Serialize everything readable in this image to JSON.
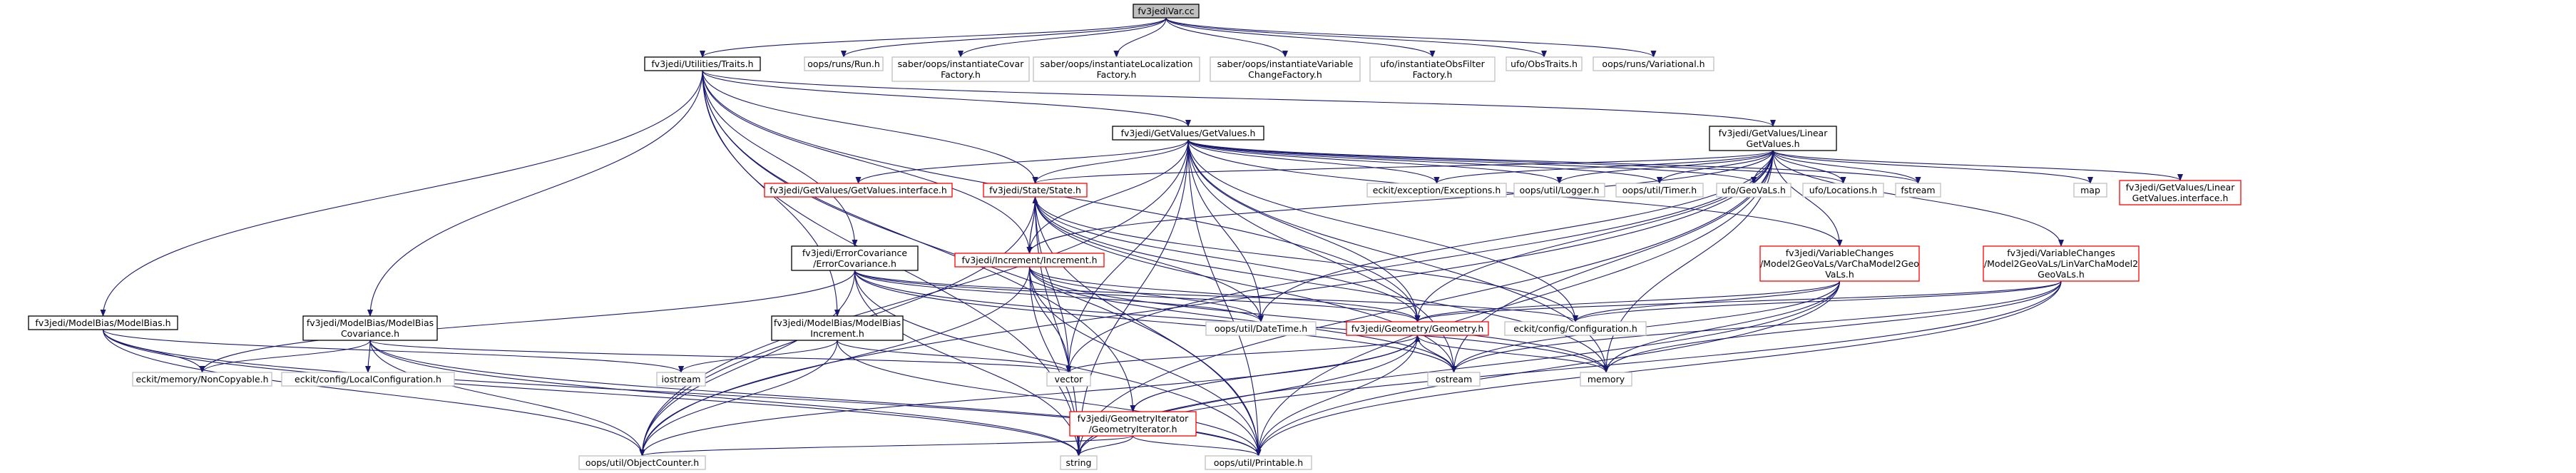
{
  "colors": {
    "root_fill": "#bfbfbf",
    "root_stroke": "#000000",
    "normal_stroke": "#000000",
    "leaf_stroke": "#bfbfbf",
    "truncated_stroke": "#ff0000",
    "edge": "#191970"
  },
  "nodes": [
    {
      "id": "fv3jediVar",
      "lines": [
        "fv3jediVar.cc"
      ],
      "kind": "root"
    },
    {
      "id": "Traits",
      "lines": [
        "fv3jedi/Utilities/Traits.h"
      ],
      "kind": "normal"
    },
    {
      "id": "Run",
      "lines": [
        "oops/runs/Run.h"
      ],
      "kind": "leaf"
    },
    {
      "id": "CovFac",
      "lines": [
        "saber/oops/instantiateCovar",
        "Factory.h"
      ],
      "kind": "leaf"
    },
    {
      "id": "LocFac",
      "lines": [
        "saber/oops/instantiateLocalization",
        "Factory.h"
      ],
      "kind": "leaf"
    },
    {
      "id": "VarChgFac",
      "lines": [
        "saber/oops/instantiateVariable",
        "ChangeFactory.h"
      ],
      "kind": "leaf"
    },
    {
      "id": "ObsFilterFac",
      "lines": [
        "ufo/instantiateObsFilter",
        "Factory.h"
      ],
      "kind": "leaf"
    },
    {
      "id": "ObsTraits",
      "lines": [
        "ufo/ObsTraits.h"
      ],
      "kind": "leaf"
    },
    {
      "id": "Variational",
      "lines": [
        "oops/runs/Variational.h"
      ],
      "kind": "leaf"
    },
    {
      "id": "GetValues",
      "lines": [
        "fv3jedi/GetValues/GetValues.h"
      ],
      "kind": "normal"
    },
    {
      "id": "LinGetValues",
      "lines": [
        "fv3jedi/GetValues/Linear",
        "GetValues.h"
      ],
      "kind": "normal"
    },
    {
      "id": "GetValuesIface",
      "lines": [
        "fv3jedi/GetValues/GetValues.interface.h"
      ],
      "kind": "truncated"
    },
    {
      "id": "State",
      "lines": [
        "fv3jedi/State/State.h"
      ],
      "kind": "truncated"
    },
    {
      "id": "Exceptions",
      "lines": [
        "eckit/exception/Exceptions.h"
      ],
      "kind": "leaf"
    },
    {
      "id": "Logger",
      "lines": [
        "oops/util/Logger.h"
      ],
      "kind": "leaf"
    },
    {
      "id": "Timer",
      "lines": [
        "oops/util/Timer.h"
      ],
      "kind": "leaf"
    },
    {
      "id": "GeoVaLs",
      "lines": [
        "ufo/GeoVaLs.h"
      ],
      "kind": "leaf"
    },
    {
      "id": "Locations",
      "lines": [
        "ufo/Locations.h"
      ],
      "kind": "leaf"
    },
    {
      "id": "fstream",
      "lines": [
        "fstream"
      ],
      "kind": "leaf"
    },
    {
      "id": "map",
      "lines": [
        "map"
      ],
      "kind": "leaf"
    },
    {
      "id": "LinGetValuesIface",
      "lines": [
        "fv3jedi/GetValues/Linear",
        "GetValues.interface.h"
      ],
      "kind": "truncated"
    },
    {
      "id": "ErrCov",
      "lines": [
        "fv3jedi/ErrorCovariance",
        "/ErrorCovariance.h"
      ],
      "kind": "normal"
    },
    {
      "id": "Increment",
      "lines": [
        "fv3jedi/Increment/Increment.h"
      ],
      "kind": "truncated"
    },
    {
      "id": "VarChgNL",
      "lines": [
        "fv3jedi/VariableChanges",
        "/Model2GeoVaLs/VarChaModel2Geo",
        "VaLs.h"
      ],
      "kind": "truncated"
    },
    {
      "id": "VarChgLin",
      "lines": [
        "fv3jedi/VariableChanges",
        "/Model2GeoVaLs/LinVarChaModel2",
        "GeoVaLs.h"
      ],
      "kind": "truncated"
    },
    {
      "id": "ModelBias",
      "lines": [
        "fv3jedi/ModelBias/ModelBias.h"
      ],
      "kind": "normal"
    },
    {
      "id": "ModelBiasCov",
      "lines": [
        "fv3jedi/ModelBias/ModelBias",
        "Covariance.h"
      ],
      "kind": "normal"
    },
    {
      "id": "ModelBiasInc",
      "lines": [
        "fv3jedi/ModelBias/ModelBias",
        "Increment.h"
      ],
      "kind": "normal"
    },
    {
      "id": "DateTime",
      "lines": [
        "oops/util/DateTime.h"
      ],
      "kind": "leaf"
    },
    {
      "id": "Geometry",
      "lines": [
        "fv3jedi/Geometry/Geometry.h"
      ],
      "kind": "truncated"
    },
    {
      "id": "Configuration",
      "lines": [
        "eckit/config/Configuration.h"
      ],
      "kind": "leaf"
    },
    {
      "id": "NonCopyable",
      "lines": [
        "eckit/memory/NonCopyable.h"
      ],
      "kind": "leaf"
    },
    {
      "id": "LocalConfig",
      "lines": [
        "eckit/config/LocalConfiguration.h"
      ],
      "kind": "leaf"
    },
    {
      "id": "iostream",
      "lines": [
        "iostream"
      ],
      "kind": "leaf"
    },
    {
      "id": "vector",
      "lines": [
        "vector"
      ],
      "kind": "leaf"
    },
    {
      "id": "GeomIter",
      "lines": [
        "fv3jedi/GeometryIterator",
        "/GeometryIterator.h"
      ],
      "kind": "truncated"
    },
    {
      "id": "ostream",
      "lines": [
        "ostream"
      ],
      "kind": "leaf"
    },
    {
      "id": "memory",
      "lines": [
        "memory"
      ],
      "kind": "leaf"
    },
    {
      "id": "ObjectCounter",
      "lines": [
        "oops/util/ObjectCounter.h"
      ],
      "kind": "leaf"
    },
    {
      "id": "string",
      "lines": [
        "string"
      ],
      "kind": "leaf"
    },
    {
      "id": "Printable",
      "lines": [
        "oops/util/Printable.h"
      ],
      "kind": "leaf"
    }
  ],
  "edges": [
    [
      "fv3jediVar",
      "Traits"
    ],
    [
      "fv3jediVar",
      "Run"
    ],
    [
      "fv3jediVar",
      "CovFac"
    ],
    [
      "fv3jediVar",
      "LocFac"
    ],
    [
      "fv3jediVar",
      "VarChgFac"
    ],
    [
      "fv3jediVar",
      "ObsFilterFac"
    ],
    [
      "fv3jediVar",
      "ObsTraits"
    ],
    [
      "fv3jediVar",
      "Variational"
    ],
    [
      "Traits",
      "GetValues"
    ],
    [
      "Traits",
      "LinGetValues"
    ],
    [
      "Traits",
      "State"
    ],
    [
      "Traits",
      "ErrCov"
    ],
    [
      "Traits",
      "Increment"
    ],
    [
      "Traits",
      "ModelBias"
    ],
    [
      "Traits",
      "ModelBiasCov"
    ],
    [
      "Traits",
      "ModelBiasInc"
    ],
    [
      "Traits",
      "Geometry"
    ],
    [
      "Traits",
      "GeomIter"
    ],
    [
      "Traits",
      "string"
    ],
    [
      "Traits",
      "Printable"
    ],
    [
      "GetValues",
      "GetValuesIface"
    ],
    [
      "GetValues",
      "State"
    ],
    [
      "GetValues",
      "Exceptions"
    ],
    [
      "GetValues",
      "Logger"
    ],
    [
      "GetValues",
      "Timer"
    ],
    [
      "GetValues",
      "GeoVaLs"
    ],
    [
      "GetValues",
      "Locations"
    ],
    [
      "GetValues",
      "fstream"
    ],
    [
      "GetValues",
      "Increment"
    ],
    [
      "GetValues",
      "VarChgNL"
    ],
    [
      "GetValues",
      "DateTime"
    ],
    [
      "GetValues",
      "Geometry"
    ],
    [
      "GetValues",
      "Configuration"
    ],
    [
      "GetValues",
      "vector"
    ],
    [
      "GetValues",
      "ostream"
    ],
    [
      "GetValues",
      "memory"
    ],
    [
      "GetValues",
      "ObjectCounter"
    ],
    [
      "GetValues",
      "string"
    ],
    [
      "GetValues",
      "Printable"
    ],
    [
      "LinGetValues",
      "State"
    ],
    [
      "LinGetValues",
      "Exceptions"
    ],
    [
      "LinGetValues",
      "Logger"
    ],
    [
      "LinGetValues",
      "Timer"
    ],
    [
      "LinGetValues",
      "GeoVaLs"
    ],
    [
      "LinGetValues",
      "Locations"
    ],
    [
      "LinGetValues",
      "fstream"
    ],
    [
      "LinGetValues",
      "map"
    ],
    [
      "LinGetValues",
      "LinGetValuesIface"
    ],
    [
      "LinGetValues",
      "Increment"
    ],
    [
      "LinGetValues",
      "VarChgNL"
    ],
    [
      "LinGetValues",
      "VarChgLin"
    ],
    [
      "LinGetValues",
      "DateTime"
    ],
    [
      "LinGetValues",
      "Geometry"
    ],
    [
      "LinGetValues",
      "vector"
    ],
    [
      "LinGetValues",
      "ostream"
    ],
    [
      "LinGetValues",
      "memory"
    ],
    [
      "LinGetValues",
      "ObjectCounter"
    ],
    [
      "LinGetValues",
      "string"
    ],
    [
      "LinGetValues",
      "Printable"
    ],
    [
      "State",
      "Increment"
    ],
    [
      "State",
      "DateTime"
    ],
    [
      "State",
      "Geometry"
    ],
    [
      "State",
      "Configuration"
    ],
    [
      "State",
      "vector"
    ],
    [
      "State",
      "ostream"
    ],
    [
      "State",
      "memory"
    ],
    [
      "State",
      "ObjectCounter"
    ],
    [
      "State",
      "string"
    ],
    [
      "State",
      "Printable"
    ],
    [
      "Increment",
      "State"
    ],
    [
      "Increment",
      "DateTime"
    ],
    [
      "Increment",
      "Geometry"
    ],
    [
      "Increment",
      "vector"
    ],
    [
      "Increment",
      "ostream"
    ],
    [
      "Increment",
      "memory"
    ],
    [
      "Increment",
      "ObjectCounter"
    ],
    [
      "Increment",
      "string"
    ],
    [
      "Increment",
      "Printable"
    ],
    [
      "ErrCov",
      "Geometry"
    ],
    [
      "ErrCov",
      "DateTime"
    ],
    [
      "ErrCov",
      "Configuration"
    ],
    [
      "ErrCov",
      "NonCopyable"
    ],
    [
      "ErrCov",
      "memory"
    ],
    [
      "ErrCov",
      "ostream"
    ],
    [
      "ErrCov",
      "ObjectCounter"
    ],
    [
      "ErrCov",
      "string"
    ],
    [
      "ErrCov",
      "Printable"
    ],
    [
      "VarChgNL",
      "Geometry"
    ],
    [
      "VarChgNL",
      "Configuration"
    ],
    [
      "VarChgNL",
      "memory"
    ],
    [
      "VarChgNL",
      "ostream"
    ],
    [
      "VarChgNL",
      "string"
    ],
    [
      "VarChgNL",
      "Printable"
    ],
    [
      "VarChgLin",
      "Geometry"
    ],
    [
      "VarChgLin",
      "Configuration"
    ],
    [
      "VarChgLin",
      "memory"
    ],
    [
      "VarChgLin",
      "ostream"
    ],
    [
      "VarChgLin",
      "string"
    ],
    [
      "VarChgLin",
      "Printable"
    ],
    [
      "ModelBias",
      "NonCopyable"
    ],
    [
      "ModelBias",
      "iostream"
    ],
    [
      "ModelBias",
      "ObjectCounter"
    ],
    [
      "ModelBias",
      "string"
    ],
    [
      "ModelBias",
      "Printable"
    ],
    [
      "ModelBiasCov",
      "NonCopyable"
    ],
    [
      "ModelBiasCov",
      "LocalConfig"
    ],
    [
      "ModelBiasCov",
      "vector"
    ],
    [
      "ModelBiasCov",
      "ObjectCounter"
    ],
    [
      "ModelBiasCov",
      "string"
    ],
    [
      "ModelBiasCov",
      "Printable"
    ],
    [
      "ModelBiasInc",
      "iostream"
    ],
    [
      "ModelBiasInc",
      "vector"
    ],
    [
      "ModelBiasInc",
      "ObjectCounter"
    ],
    [
      "ModelBiasInc",
      "Printable"
    ],
    [
      "Geometry",
      "GeomIter"
    ],
    [
      "Geometry",
      "vector"
    ],
    [
      "Geometry",
      "ostream"
    ],
    [
      "Geometry",
      "memory"
    ],
    [
      "Geometry",
      "ObjectCounter"
    ],
    [
      "Geometry",
      "string"
    ],
    [
      "Geometry",
      "Printable"
    ],
    [
      "GeomIter",
      "Geometry"
    ],
    [
      "GeomIter",
      "ObjectCounter"
    ],
    [
      "GeomIter",
      "string"
    ],
    [
      "GeomIter",
      "Printable"
    ]
  ]
}
